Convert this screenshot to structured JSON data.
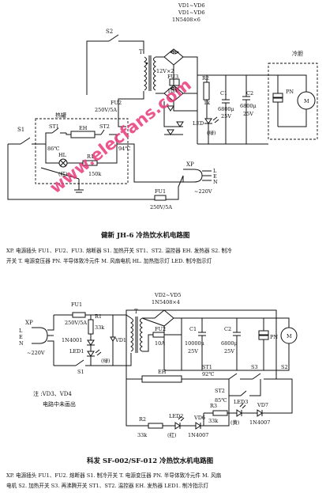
{
  "diagram1": {
    "labels": {
      "vd_a": "VD1~VD6",
      "vd_b": "VD1~VD6",
      "vd_c": "1N5408×6",
      "s2": "S2",
      "t": "T",
      "v12": "12V×2",
      "fu3": "FU3",
      "fu3_val": "10A",
      "fu2": "FU2",
      "fu2_val": "250V/5A",
      "r2": "R2",
      "r2_val": "1k",
      "c1": "C1",
      "c1_val": "6800μ",
      "c1_v": "25V",
      "c2": "C2",
      "c2_val": "6800μ",
      "c2_v": "25V",
      "led": "LED",
      "led_col": "(绿)",
      "cold": "冷胆",
      "pn": "PN",
      "motor": "M",
      "s1": "S1",
      "tank": "热罐",
      "st1": "ST1",
      "st1_t": "86℃",
      "eh": "EH",
      "st2": "ST2",
      "st2_t": "94℃",
      "hl": "HL",
      "r1": "R1",
      "hl_col": "(红)",
      "r1_val": "150k",
      "xp": "XP",
      "l": "L",
      "e": "E",
      "n": "N",
      "fu1": "FU1",
      "mains": "~220V",
      "fu1_val": "250V/5A"
    },
    "title": "健新 JH-6 冷热饮水机电路图",
    "legend_lines": [
      "XP. 电源插头   FU1、FU2、FU3. 熔断器   S1. 加热开关   ST1、ST2. 温控器   EH. 发热器   S2. 制冷",
      "开关   T. 电源变压器   PN. 半导体致冷元件   M. 风扇电机   HL. 加热指示灯   LED. 制冷指示灯"
    ]
  },
  "diagram2": {
    "labels": {
      "fu1": "FU1",
      "fu1_val": "250V/5A",
      "vd25": "VD2~VD5",
      "vd25_val": "1N5408×4",
      "xp": "XP",
      "l": "L",
      "e": "E",
      "n": "N",
      "mains": "~220V",
      "r1": "R1",
      "r1_val": "33k",
      "d": "1N4001",
      "led1": "LED1",
      "vd1": "VD1",
      "led1_col": "(绿)",
      "s1": "S1",
      "t": "T",
      "fu2": "FU2",
      "fu2_val": "10A",
      "c1": "C1",
      "c1_val": "10000μ",
      "c1_v": "25V",
      "c2": "C2",
      "c2_val": "6800μ",
      "c2_v": "25V",
      "pn": "PN",
      "motor": "M",
      "eh": "EH",
      "st1": "ST1",
      "st1_t": "92℃",
      "s3": "S3",
      "s2": "S2",
      "st2": "ST2",
      "st2_t": "85℃",
      "r2": "R2",
      "r2_val": "33k",
      "led2": "LED2",
      "led2_col": "(红)",
      "vd6": "VD6",
      "vd6_val": "1N4007",
      "r3": "R3",
      "r3_val": "33k",
      "led3": "LED3",
      "led3_col": "(黄)",
      "vd7": "VD7",
      "vd7_val": "1N4007",
      "note1": "注 :VD3、VD4",
      "note2": "电路中未画出"
    },
    "title": "科发 SF-002/SF-012 冷热饮水机电路图",
    "legend_lines": [
      "XP. 电源插头   FU1、FU2. 熔断器   S1. 制冷开关   T. 电源变压器   PN. 半导体致冷元件   M. 风扇",
      "电机   S2. 加热开关   S3. 再沸腾开关   ST1、ST2. 温控器   EH. 发热器   LED1. 制冷指示灯"
    ]
  },
  "watermark": "www.elecfans.com",
  "colors": {
    "ink": "#111111",
    "watermark": "#e83a7a",
    "background": "#ffffff"
  }
}
